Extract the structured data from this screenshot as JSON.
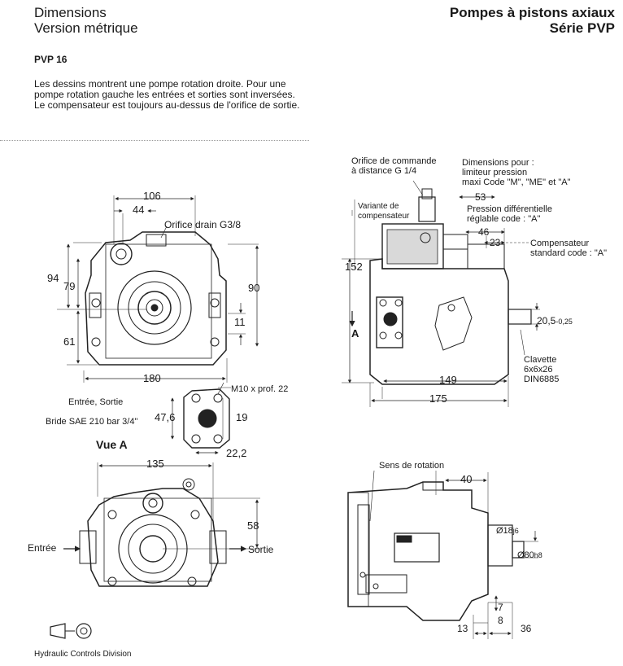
{
  "header": {
    "left_line1": "Dimensions",
    "left_line2": "Version métrique",
    "right_line1": "Pompes à pistons axiaux",
    "right_line2": "Série PVP"
  },
  "model": "PVP 16",
  "intro": {
    "p1": "Les dessins montrent une pompe rotation droite. Pour une pompe rotation gauche les entrées et sorties sont inversées.",
    "p2": "Le compensateur est toujours au-dessus de l'orifice de sortie."
  },
  "front_view": {
    "dim_106": "106",
    "dim_44": "44",
    "drain": "Orifice drain G3/8",
    "dim_94": "94",
    "dim_79": "79",
    "dim_90": "90",
    "dim_11": "11",
    "dim_61": "61",
    "dim_180": "180"
  },
  "flange": {
    "thread": "M10 x prof. 22",
    "ports": "Entrée, Sortie",
    "spec": "Bride SAE 210 bar 3/4\"",
    "dim_47_6": "47,6",
    "dim_19": "19",
    "dim_22_2": "22,2",
    "view_title": "Vue A"
  },
  "bottom_view": {
    "dim_135": "135",
    "dim_58": "58",
    "inlet": "Entrée",
    "outlet": "Sortie"
  },
  "side_view": {
    "remote_port_l1": "Orifice de commande",
    "remote_port_l2": "à distance G 1/4",
    "limiter_l1": "Dimensions pour :",
    "limiter_l2": "limiteur pression",
    "limiter_l3": "maxi Code \"M\", \"ME\" et \"A\"",
    "variant_l1": "Variante de",
    "variant_l2": "compensateur",
    "dim_53": "53",
    "diff_l1": "Pression différentielle",
    "diff_l2": "réglable code : \"A\"",
    "dim_46": "46",
    "dim_23": "23",
    "comp_l1": "Compensateur",
    "comp_l2": "standard code : \"A\"",
    "dim_152": "152",
    "dim_20_5": "20,5",
    "tol_20_5": "-0,25",
    "arrow_a": "A",
    "key_l1": "Clavette",
    "key_l2": "6x6x26",
    "key_l3": "DIN6885",
    "dim_149": "149",
    "dim_175": "175"
  },
  "top_view": {
    "rotation": "Sens de rotation",
    "dim_40": "40",
    "dia_18": "Ø18",
    "dia_18_tol": "j6",
    "dia_80": "Ø80",
    "dia_80_tol": "h8",
    "dim_7": "7",
    "dim_8": "8",
    "dim_13": "13",
    "dim_36": "36"
  },
  "footer": {
    "division": "Hydraulic Controls Division"
  }
}
